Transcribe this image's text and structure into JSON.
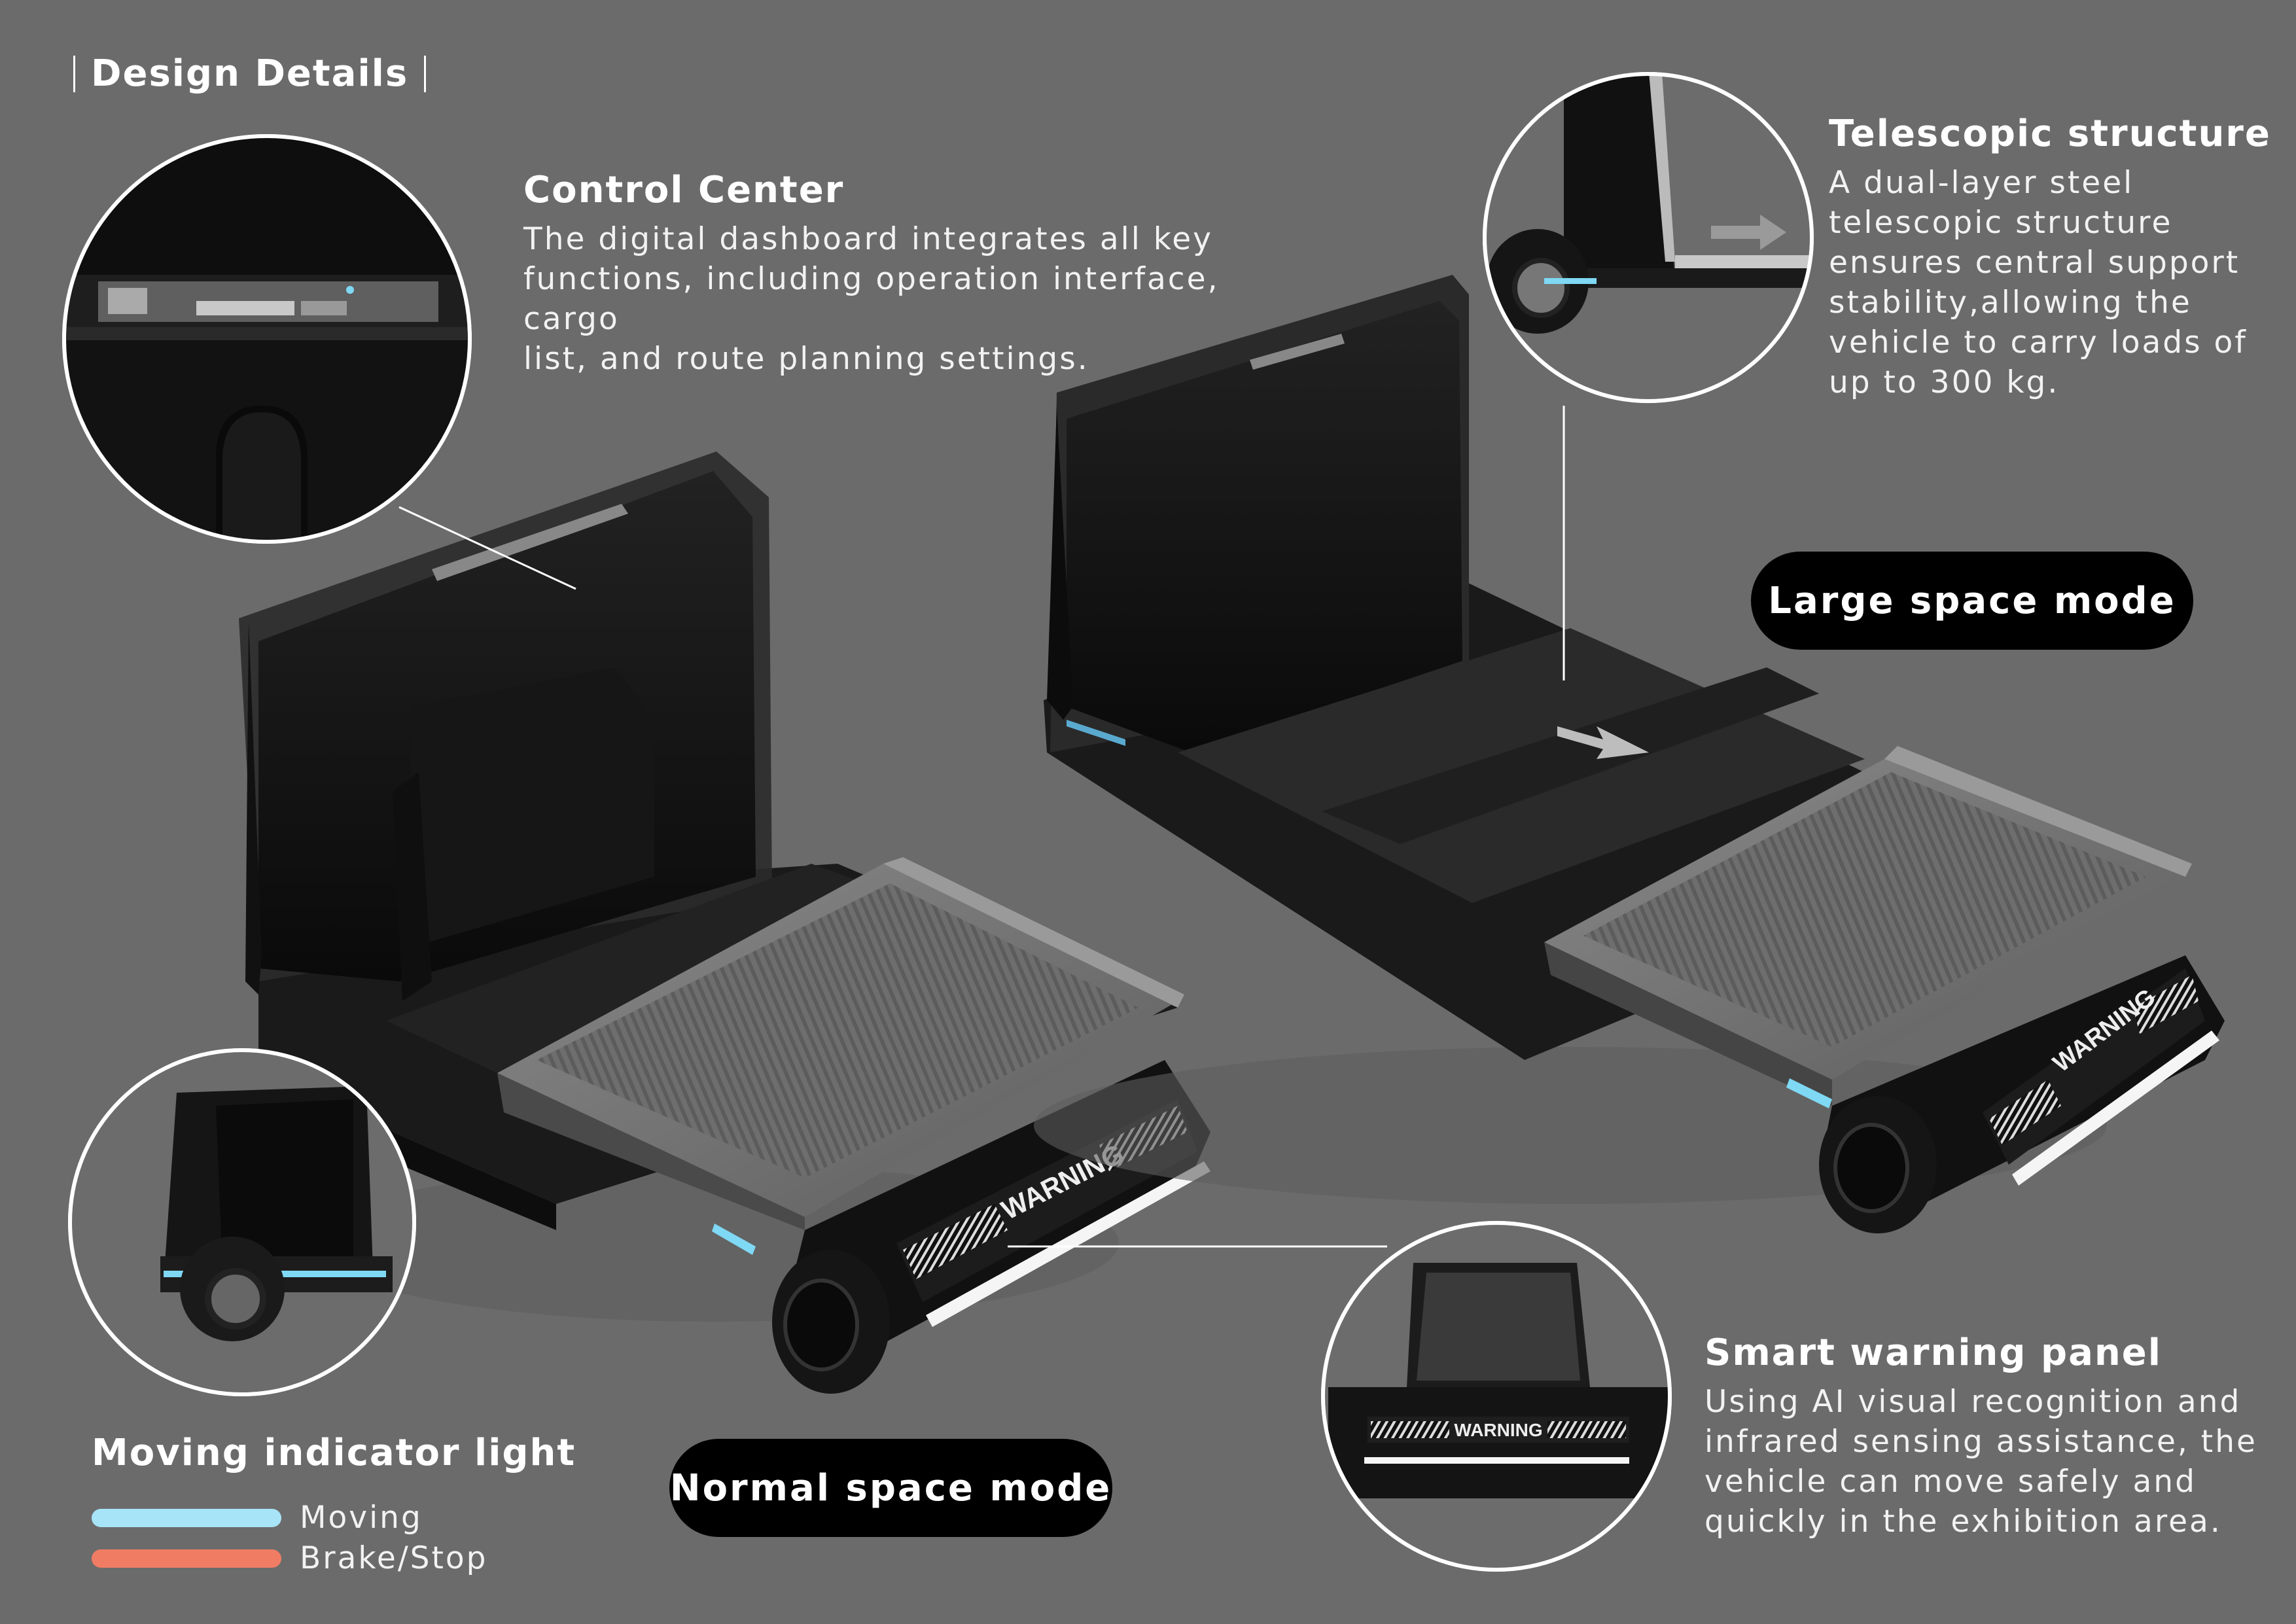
{
  "page": {
    "heading": "Design Details",
    "background": "#6b6b6b"
  },
  "callouts": {
    "control_center": {
      "title": "Control Center",
      "lines": [
        "The digital dashboard integrates all key",
        "functions, including operation interface, cargo",
        "list, and route planning settings."
      ]
    },
    "telescopic": {
      "title": "Telescopic structure",
      "lines": [
        "A dual-layer steel",
        "telescopic structure",
        "ensures central support",
        "stability,allowing the",
        "vehicle to carry loads of",
        "up to 300 kg."
      ]
    },
    "warning_panel": {
      "title": "Smart warning panel",
      "lines": [
        "Using AI visual recognition and",
        "infrared sensing assistance, the",
        "vehicle can move safely and",
        "quickly in the exhibition area."
      ]
    }
  },
  "modes": {
    "large": "Large space mode",
    "normal": "Normal space mode"
  },
  "product": {
    "warning_label": "WARNING"
  },
  "legend": {
    "title": "Moving indicator light",
    "items": [
      {
        "label": "Moving",
        "color": "#a8e4f7"
      },
      {
        "label": "Brake/Stop",
        "color": "#f07c64"
      }
    ]
  },
  "colors": {
    "accent_light": "#7fd8f4",
    "panel_black": "#111111"
  }
}
